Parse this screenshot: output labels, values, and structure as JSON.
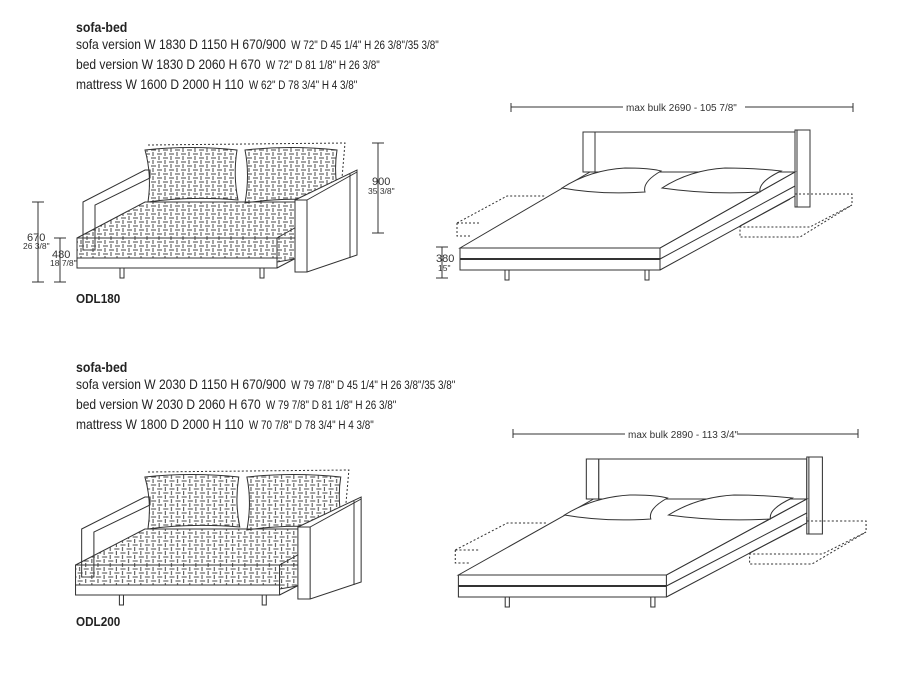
{
  "sections": [
    {
      "title": "sofa-bed",
      "sofa_version": {
        "metric": "sofa version W 1830 D 1150 H 670/900",
        "imperial": "W 72\" D 45 1/4\" H 26 3/8\"/35 3/8\""
      },
      "bed_version": {
        "metric": "bed version W 1830 D 2060 H 670",
        "imperial": "W 72\" D 81 1/8\" H 26 3/8\""
      },
      "mattress": {
        "metric": "mattress W 1600 D 2000 H 110",
        "imperial": "W 62\" D 78 3/4\" H 4 3/8\""
      },
      "model": "ODL180",
      "max_bulk": "max bulk 2690 - 105 7/8\"",
      "dimensions": {
        "back_height": "900",
        "back_height_in": "35 3/8\"",
        "arm_height": "670",
        "arm_height_in": "26 3/8\"",
        "seat_height": "480",
        "seat_height_in": "18 7/8\"",
        "bed_height": "380",
        "bed_height_in": "15\""
      }
    },
    {
      "title": "sofa-bed",
      "sofa_version": {
        "metric": "sofa version W 2030 D 1150 H 670/900",
        "imperial": "W 79 7/8\" D 45 1/4\" H 26 3/8\"/35 3/8\""
      },
      "bed_version": {
        "metric": "bed version W 2030 D 2060 H 670",
        "imperial": "W 79 7/8\" D 81 1/8\" H 26 3/8\""
      },
      "mattress": {
        "metric": "mattress W 1800 D 2000 H 110",
        "imperial": "W 70 7/8\" D 78 3/4\" H 4 3/8\""
      },
      "model": "ODL200",
      "max_bulk": "max bulk 2890 - 113 3/4\""
    }
  ]
}
